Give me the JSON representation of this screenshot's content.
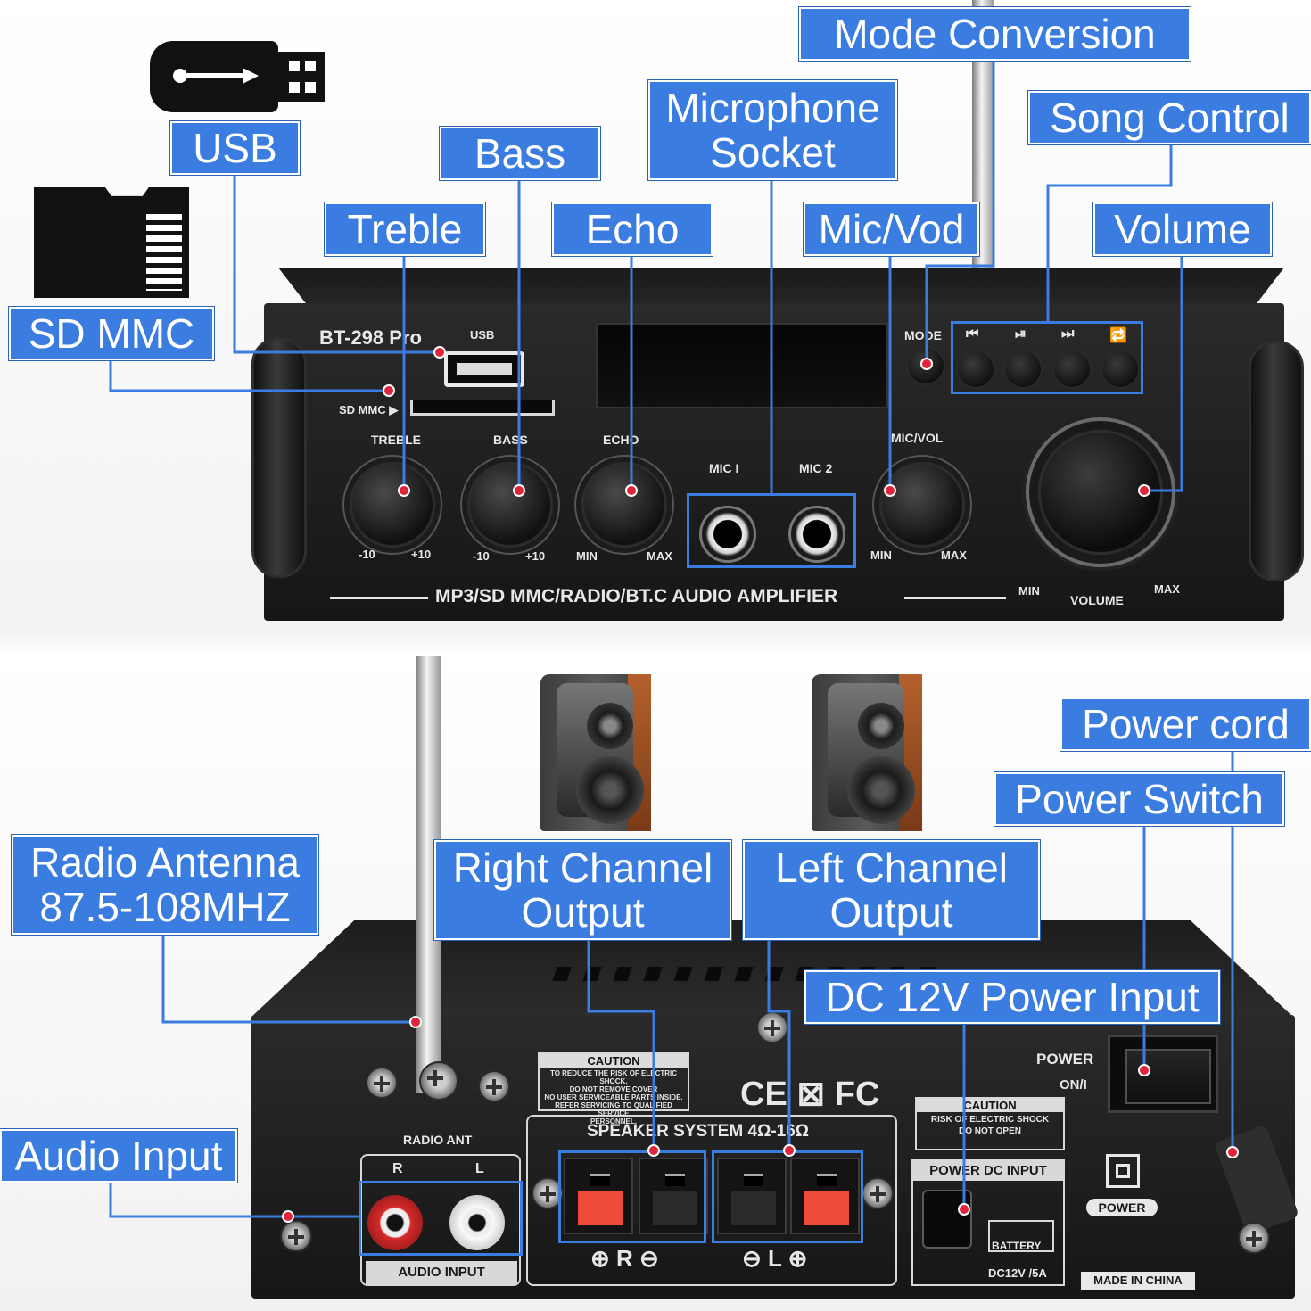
{
  "callouts": {
    "usb": "USB",
    "sd_mmc": "SD MMC",
    "treble": "Treble",
    "bass": "Bass",
    "echo": "Echo",
    "microphone_socket": [
      "Microphone",
      "Socket"
    ],
    "mic_vod": "Mic/Vod",
    "mode_conversion": "Mode Conversion",
    "song_control": "Song Control",
    "volume": "Volume",
    "power_cord": "Power cord",
    "power_switch": "Power Switch",
    "radio_antenna": [
      "Radio Antenna",
      "87.5-108MHZ"
    ],
    "right_channel_output": [
      "Right Channel",
      "Output"
    ],
    "left_channel_output": [
      "Left Channel",
      "Output"
    ],
    "dc_12v_power_input": "DC 12V Power Input",
    "audio_input": "Audio Input"
  },
  "front_panel": {
    "model": "BT-298 Pro",
    "usb": "USB",
    "sd_mmc": "SD MMC ▶",
    "treble": "TREBLE",
    "treble_min": "-10",
    "treble_max": "+10",
    "bass": "BASS",
    "bass_min": "-10",
    "bass_max": "+10",
    "echo": "ECHO",
    "echo_min": "MIN",
    "echo_max": "MAX",
    "mic1": "MIC I",
    "mic2": "MIC 2",
    "mic_vol": "MIC/VOL",
    "mic_vol_min": "MIN",
    "mic_vol_max": "MAX",
    "mode": "MODE",
    "buttons": [
      "⏮",
      "⏯",
      "⏭",
      "🔁"
    ],
    "volume": "VOLUME",
    "volume_min": "MIN",
    "volume_max": "MAX",
    "banner": "MP3/SD MMC/RADIO/BT.C AUDIO AMPLIFIER"
  },
  "rear_panel": {
    "radio_ant": "RADIO ANT",
    "audio_input": "AUDIO INPUT",
    "r": "R",
    "l": "L",
    "caution_title": "CAUTION",
    "caution_text": "TO REDUCE THE RISK OF ELECTRIC SHOCK,\nDO NOT REMOVE COVER\nNO USER SERVICEABLE PARTS INSIDE.\nREFER SERVICING TO QUALIFIED SERVICE\nPERSONNEL.",
    "cert_marks": "CE ⊠ FC",
    "speaker_system": "SPEAKER SYSTEM 4Ω-16Ω",
    "terminal_r_row": "⊕ R ⊖",
    "terminal_l_row": "⊖ L ⊕",
    "power": "POWER",
    "on": "ON/I",
    "caution2_title": "CAUTION",
    "caution2_text": "RISK OF ELECTRIC SHOCK\nDO NOT OPEN",
    "power_dc_input": "POWER DC INPUT",
    "battery": "BATTERY",
    "dc_rating": "DC12V /5A",
    "power_badge": "POWER",
    "made_in": "MADE IN CHINA"
  },
  "colors": {
    "callout": "#3a7ce0",
    "pin": "#e0243a",
    "device": "#1b1b1b"
  }
}
